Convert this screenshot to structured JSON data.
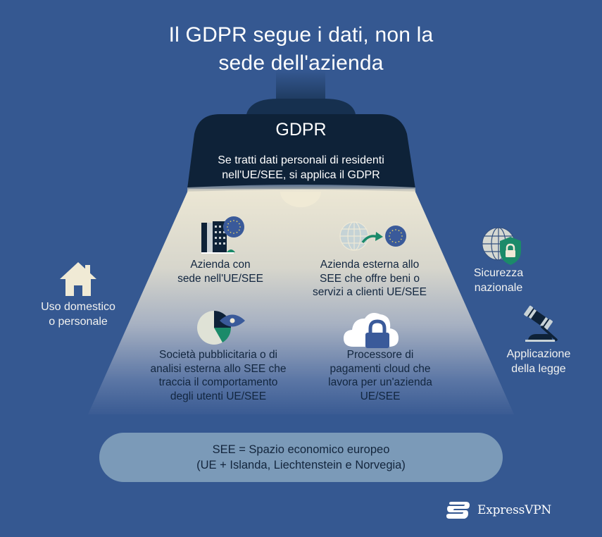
{
  "title": {
    "line1": "Il GDPR segue i dati, non la",
    "line2": "sede dell'azienda"
  },
  "lamp": {
    "heading": "GDPR",
    "subtitle_line1": "Se tratti dati personali di residenti",
    "subtitle_line2": "nell'UE/SEE, si applica il GDPR"
  },
  "in_scope": [
    {
      "icon": "eu-office-building-icon",
      "lines": [
        "Azienda con",
        "sede nell'UE/SEE"
      ]
    },
    {
      "icon": "globe-to-eu-icon",
      "lines": [
        "Azienda esterna allo",
        "SEE che offre beni o",
        "servizi a clienti UE/SEE"
      ]
    },
    {
      "icon": "analytics-eye-icon",
      "lines": [
        "Società pubblicitaria o di",
        "analisi esterna allo SEE che",
        "traccia il comportamento",
        "degli utenti UE/SEE"
      ]
    },
    {
      "icon": "cloud-lock-icon",
      "lines": [
        "Processore di",
        "pagamenti cloud che",
        "lavora per un'azienda",
        "UE/SEE"
      ]
    }
  ],
  "out_of_scope": [
    {
      "icon": "house-icon",
      "lines": [
        "Uso domestico",
        "o personale"
      ]
    },
    {
      "icon": "globe-shield-icon",
      "lines": [
        "Sicurezza",
        "nazionale"
      ]
    },
    {
      "icon": "gavel-icon",
      "lines": [
        "Applicazione",
        "della legge"
      ]
    }
  ],
  "footnote": {
    "line1": "SEE = Spazio economico europeo",
    "line2": "(UE + Islanda, Liechtenstein e Norvegia)"
  },
  "brand": {
    "name": "ExpressVPN"
  },
  "colors": {
    "background": "#355891",
    "lamp_shade": "#0e2238",
    "beam_top": "#ebe6d2",
    "accent_green": "#1b8a69",
    "eu_blue": "#3a5a9a",
    "footnote_box": "#7b9ab8"
  }
}
